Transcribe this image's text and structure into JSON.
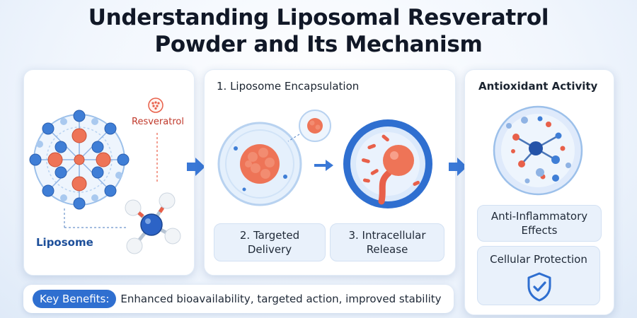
{
  "title": {
    "line1": "Understanding Liposomal Resveratrol",
    "line2": "Powder and Its Mechanism"
  },
  "panel_left": {
    "resveratrol_label": "Resveratrol",
    "liposome_label": "Liposome"
  },
  "panel_middle": {
    "step1": "1. Liposome Encapsulation",
    "step2_line1": "2. Targeted",
    "step2_line2": "Delivery",
    "step3_line1": "3. Intracellular",
    "step3_line2": "Release"
  },
  "panel_right": {
    "heading": "Antioxidant Activity",
    "effect1_line1": "Anti-Inflammatory",
    "effect1_line2": "Effects",
    "effect2": "Cellular Protection"
  },
  "benefits": {
    "label": "Key Benefits:",
    "text": "Enhanced bioavailability, targeted action, improved stability"
  },
  "colors": {
    "accent_blue": "#2f6fd0",
    "molecule_red": "#e8604a",
    "liposome_blue": "#4a86d8"
  }
}
